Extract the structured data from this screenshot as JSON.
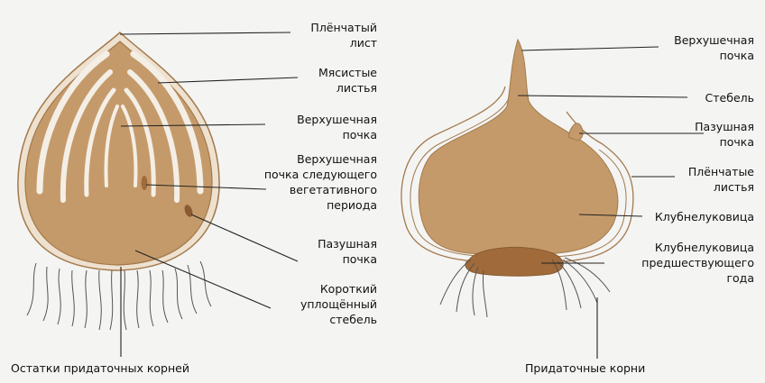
{
  "colors": {
    "background": "#f4f4f3",
    "bulb_tissue": "#c59a6a",
    "bulb_outline": "#a37a4c",
    "scale_gaps": "#f4efe6",
    "basal_plate": "#a06a3a",
    "root_lines": "#555555",
    "leader_lines": "#222222"
  },
  "bulb": {
    "labels": {
      "film_leaf": "Плёнчатый\nлист",
      "fleshy_leaves": "Мясистые\nлистья",
      "apical_bud": "Верхушечная\nпочка",
      "next_period_bud": "Верхушечная\nпочка следующего\nвегетативного\nпериода",
      "axillary_bud": "Пазушная\nпочка",
      "short_stem": "Короткий\nуплощённый\nстебель",
      "root_remnants": "Остатки придаточных корней"
    }
  },
  "corm": {
    "labels": {
      "apical_bud": "Верхушечная\nпочка",
      "stem": "Стебель",
      "axillary_bud": "Пазушная\nпочка",
      "film_leaves": "Плёнчатые\nлистья",
      "corm": "Клубнелуковица",
      "previous_corm": "Клубнелуковица\nпредшествующего\nгода",
      "adventitious_roots": "Придаточные корни"
    }
  }
}
